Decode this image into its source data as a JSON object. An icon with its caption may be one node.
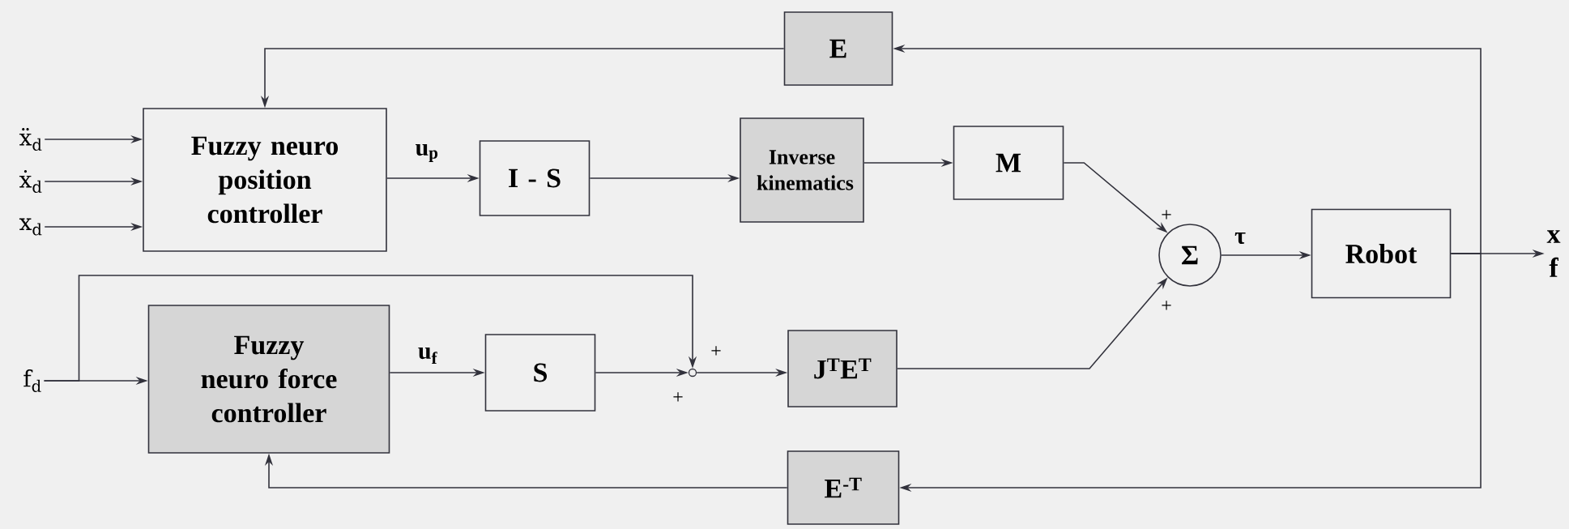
{
  "diagram": {
    "nodes": [
      {
        "text": [
          "E"
        ]
      },
      {
        "text": [
          "ẍ$_{d}$"
        ]
      },
      {
        "text": [
          "Fuzzy neuro position controller"
        ]
      },
      {
        "text": [
          "ẋ$_{d}$"
        ]
      },
      {
        "text": [
          "x$_{d}$"
        ]
      },
      {
        "text": [
          "I - S"
        ]
      },
      {
        "text": [
          "Inverse kinematics"
        ]
      },
      {
        "text": [
          "M"
        ]
      },
      {
        "text": [
          "Σ"
        ]
      },
      {
        "text": [
          "Robot"
        ]
      },
      {
        "text": [
          "x",
          "f"
        ]
      },
      {
        "text": [
          "f$_{d}$"
        ]
      },
      {
        "text": [
          "Fuzzy neuro force controller"
        ]
      },
      {
        "text": [
          "S"
        ]
      },
      {
        "text": [],
        "shape": "circle"
      },
      {
        "text": [
          "J$^{T}$E$^{T}$"
        ]
      },
      {
        "text": [
          "E$^{-T}$"
        ]
      }
    ],
    "edges": [
      {
        "from": 1,
        "to": 2,
        "arrow": "to"
      },
      {
        "from": 3,
        "to": 2,
        "arrow": "to"
      },
      {
        "from": 4,
        "to": 2,
        "arrow": "to"
      },
      {
        "from": 2,
        "to": 5,
        "arrow": "to",
        "label": "u$_{p}$"
      },
      {
        "from": 5,
        "to": 6,
        "arrow": "to"
      },
      {
        "from": 6,
        "to": 7,
        "arrow": "to"
      },
      {
        "from": 7,
        "to": 8,
        "arrow": "to"
      },
      {
        "from": 8,
        "to": 9,
        "arrow": "to",
        "label": "τ"
      },
      {
        "from": 9,
        "to": 10,
        "arrow": "to"
      },
      {
        "from": 11,
        "to": 12,
        "arrow": "to"
      },
      {
        "from": 11,
        "to": 14,
        "arrow": "to"
      },
      {
        "from": 12,
        "to": 13,
        "arrow": "to",
        "label": "u$_{f}$"
      },
      {
        "from": 13,
        "to": 14,
        "arrow": "to"
      },
      {
        "from": 14,
        "to": 15,
        "arrow": "to"
      },
      {
        "from": 15,
        "to": 8,
        "arrow": "to"
      },
      {
        "from": 9,
        "to": 0,
        "arrow": "to"
      },
      {
        "from": 9,
        "to": 16,
        "arrow": "to"
      },
      {
        "from": 0,
        "to": 2,
        "arrow": "to"
      },
      {
        "from": 16,
        "to": 12,
        "arrow": "to"
      }
    ],
    "labels": [
      "+",
      "+",
      "+",
      "+"
    ]
  }
}
